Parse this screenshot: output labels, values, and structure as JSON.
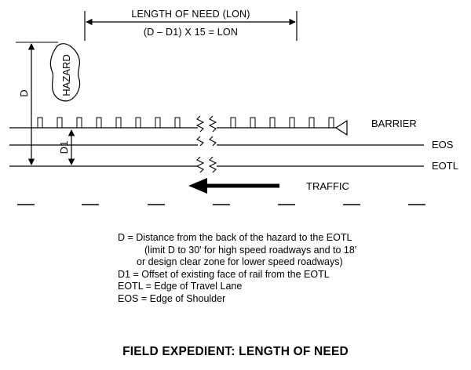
{
  "header": {
    "lon_label": "LENGTH OF NEED (LON)",
    "formula": "(D – D1) X 15 = LON"
  },
  "labels": {
    "hazard": "HAZARD",
    "d": "D",
    "d1": "D1",
    "barrier": "BARRIER",
    "eos": "EOS",
    "eotl": "EOTL",
    "traffic": "TRAFFIC"
  },
  "legend": {
    "d_line1": "D  =  Distance from the back of the hazard to the EOTL",
    "d_line2": "(limit D to 30' for high speed roadways and to 18'",
    "d_line3": "or design clear zone for lower speed roadways)",
    "d1": "D1 =  Offset of existing face of rail from the EOTL",
    "eotl": "EOTL  =  Edge of Travel Lane",
    "eos": "EOS  =  Edge of Shoulder"
  },
  "title": "FIELD EXPEDIENT: LENGTH OF NEED"
}
